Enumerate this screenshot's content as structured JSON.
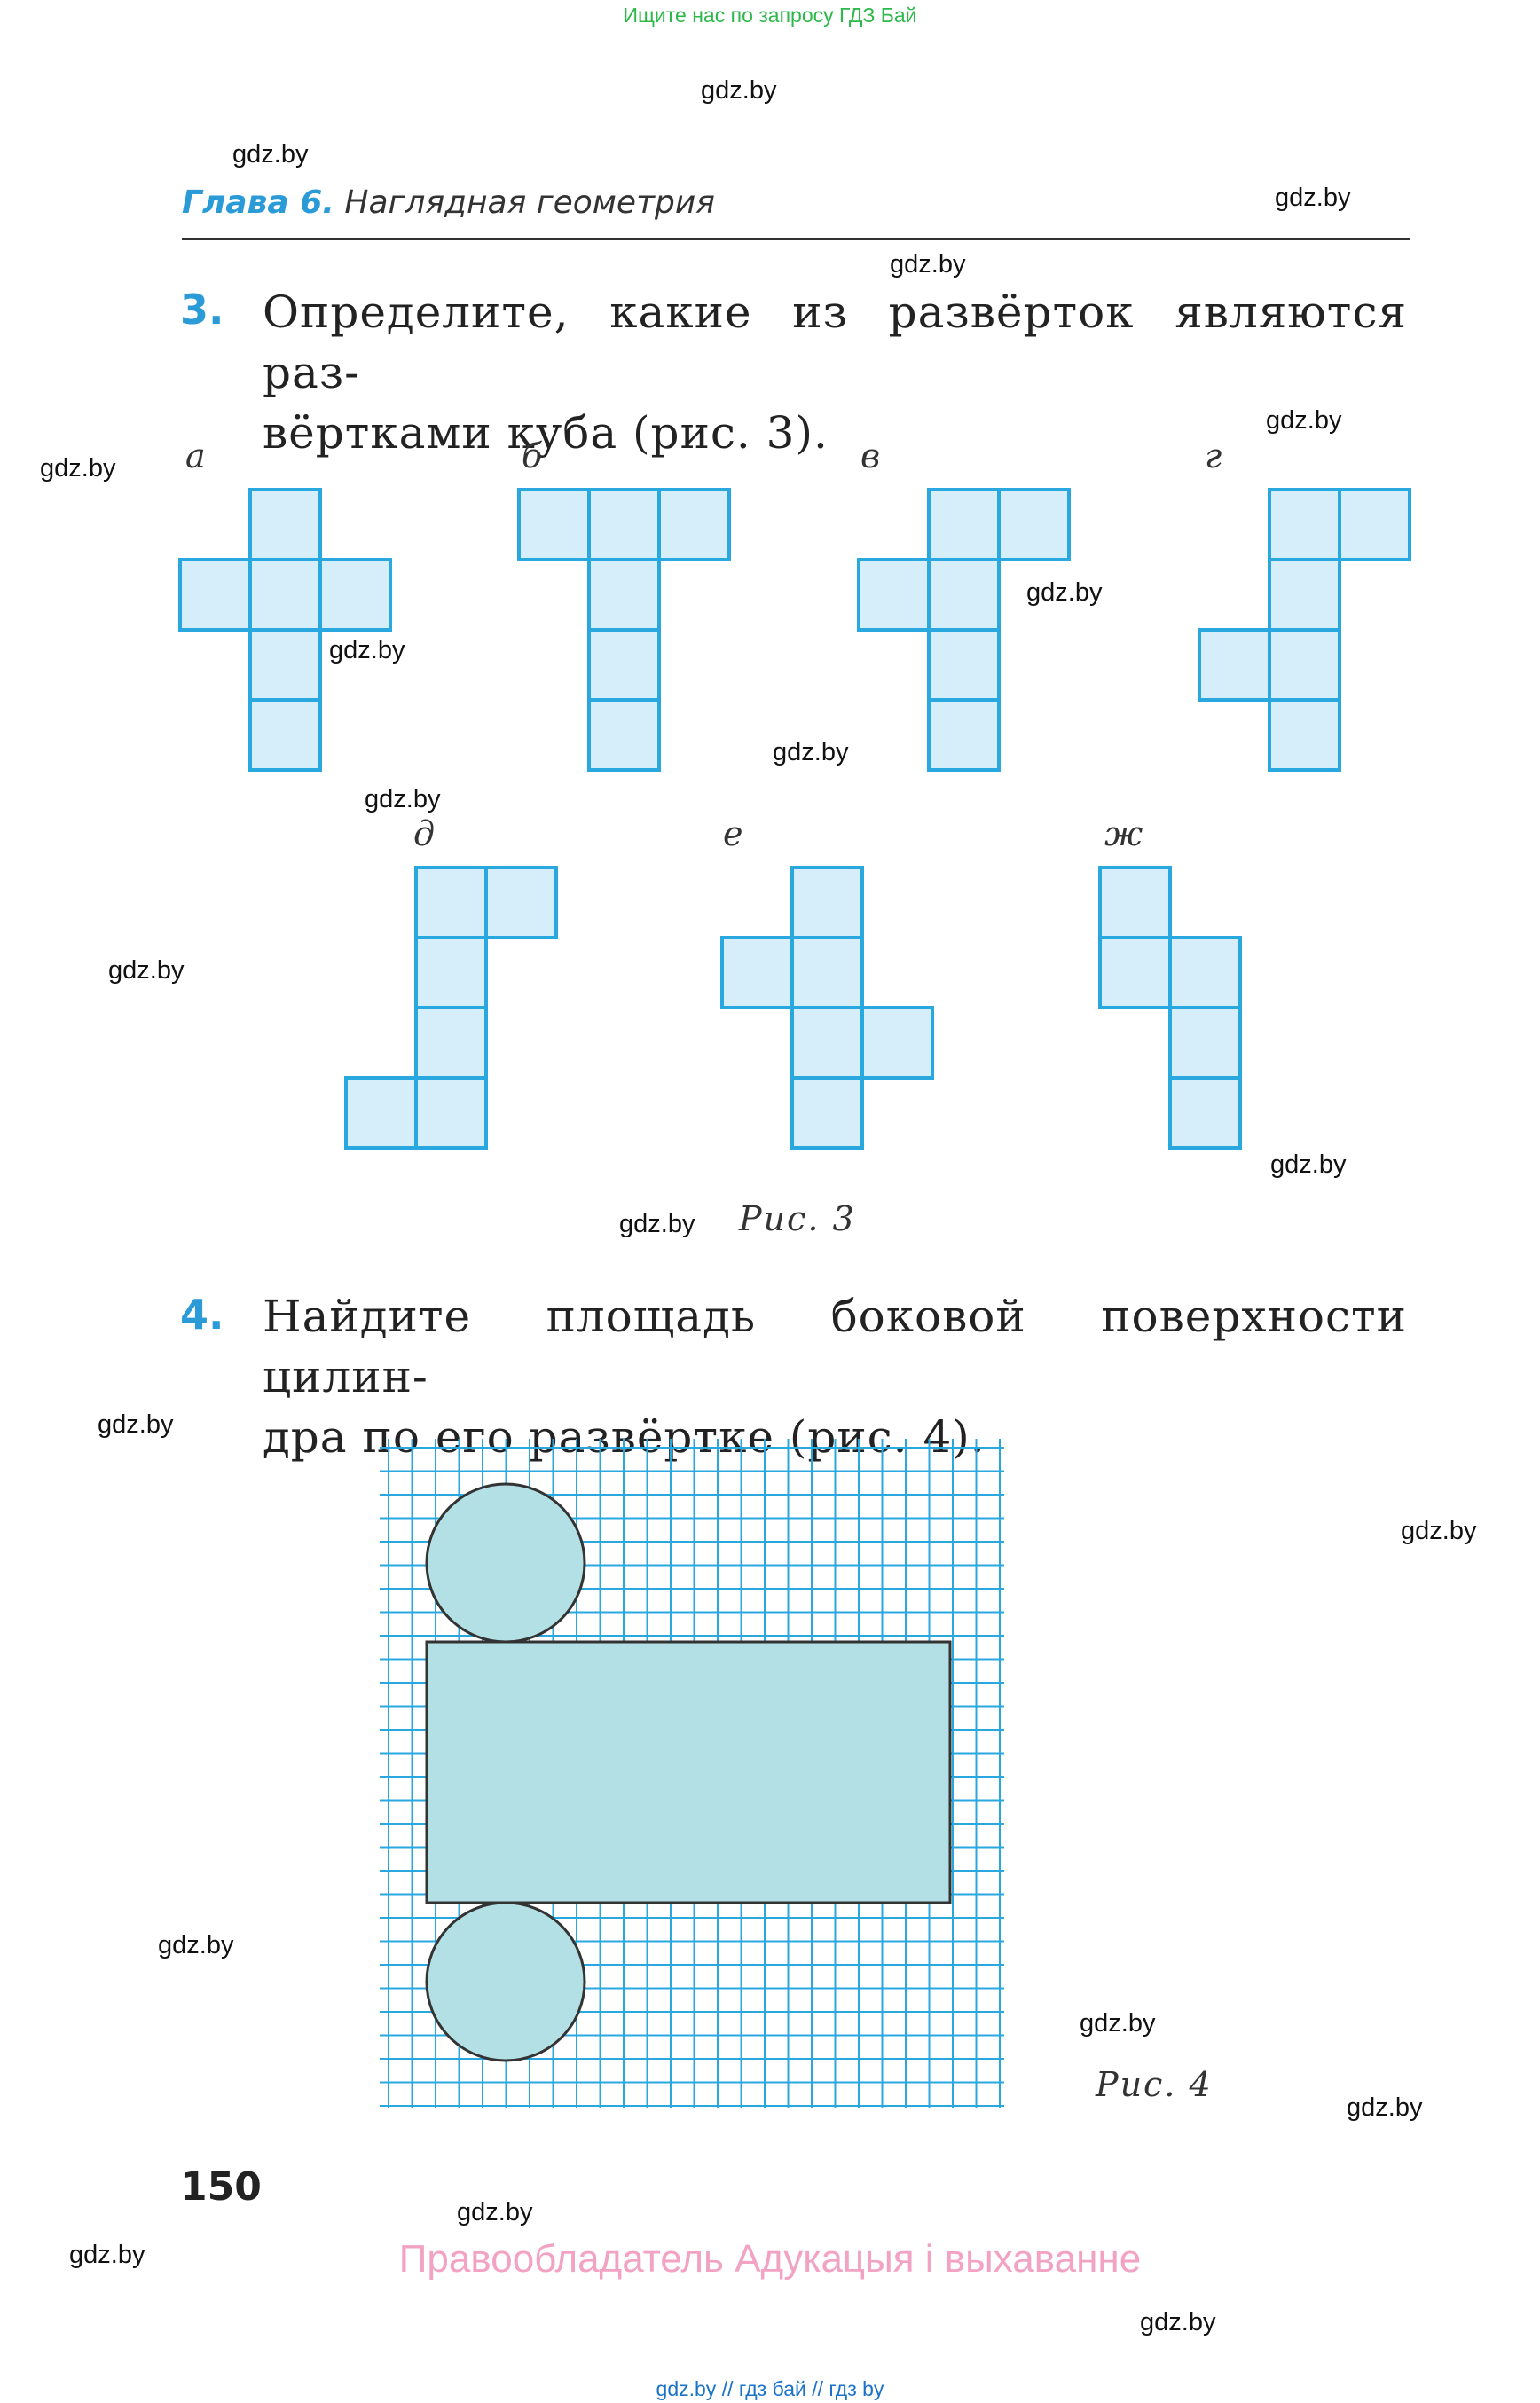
{
  "top_banner": "Ищите нас по запросу ГДЗ Бай",
  "watermark": "gdz.by",
  "chapter": {
    "number": "Глава 6.",
    "title": "Наглядная геометрия"
  },
  "task3": {
    "number": "3.",
    "lines": [
      "Определите, какие из развёрток являются раз-",
      "вёртками куба (рис. 3)."
    ]
  },
  "nets": {
    "labels": [
      "а",
      "б",
      "в",
      "г",
      "д",
      "е",
      "ж"
    ],
    "caption": "Рис. 3",
    "fill_color": "#d6eefa",
    "stroke_color": "#29a8e0"
  },
  "task4": {
    "number": "4.",
    "lines": [
      "Найдите площадь боковой поверхности цилин-",
      "дра по его развёртке (рис. 4)."
    ]
  },
  "cylinder": {
    "caption": "Рис. 4",
    "grid_color": "#29a8e0",
    "fill_color": "#b3e0e4",
    "outline_color": "#333333"
  },
  "page_number": "150",
  "rights": "Правообладатель Адукацыя і выхаванне",
  "bottom_links": "gdz.by  //  гдз бай  //  гдз by"
}
